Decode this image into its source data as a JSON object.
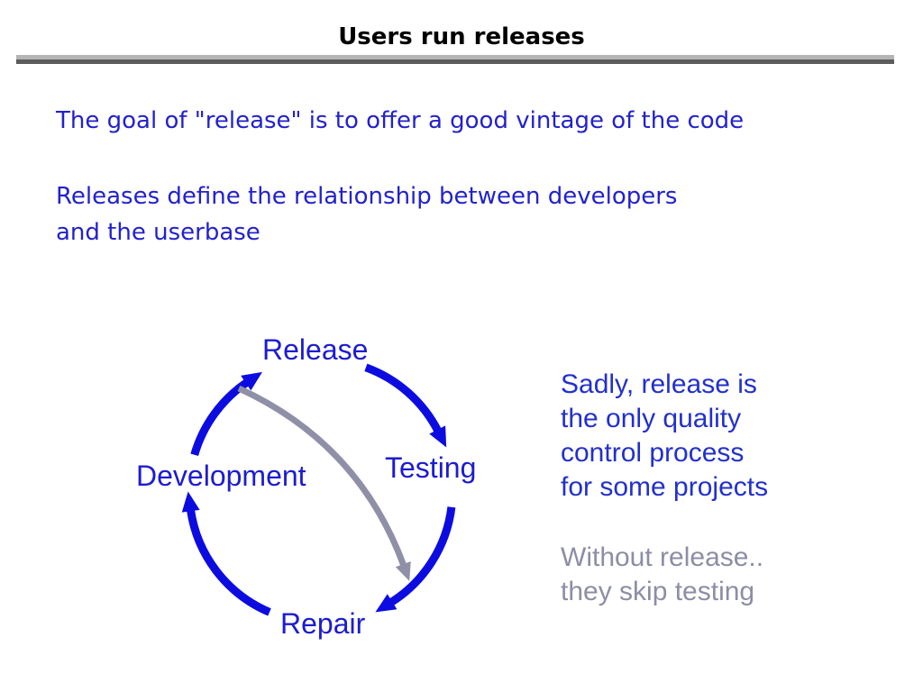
{
  "slide": {
    "title": "Users run releases"
  },
  "intro": {
    "line1": "The goal of \"release\" is to offer a good vintage of the code",
    "line2": "Releases define the relationship between developers",
    "line3": "and the userbase"
  },
  "diagram": {
    "nodes": {
      "top": "Release",
      "right": "Testing",
      "bottom": "Repair",
      "left": "Development"
    },
    "cycle_order": [
      "Release",
      "Testing",
      "Repair",
      "Development"
    ],
    "shortcut": {
      "from": "Release",
      "to": "Repair",
      "meaning": "skip testing"
    },
    "colors": {
      "cycle_arrow": "#0c0ce0",
      "shortcut_arrow": "#8f8fa8",
      "node_label": "#1c1cd0"
    }
  },
  "aside": {
    "blue_note": {
      "lines": [
        "Sadly, release is",
        "the only quality",
        "control process",
        "for some projects"
      ],
      "color": "#2230cc"
    },
    "gray_note": {
      "lines": [
        "Without release..",
        "they skip testing"
      ],
      "color": "#8d8da6"
    }
  },
  "colors": {
    "background": "#ffffff",
    "title_text": "#000000",
    "body_text": "#2222cc",
    "rule_light": "#b4b4b4",
    "rule_dark": "#5c5c5c"
  }
}
